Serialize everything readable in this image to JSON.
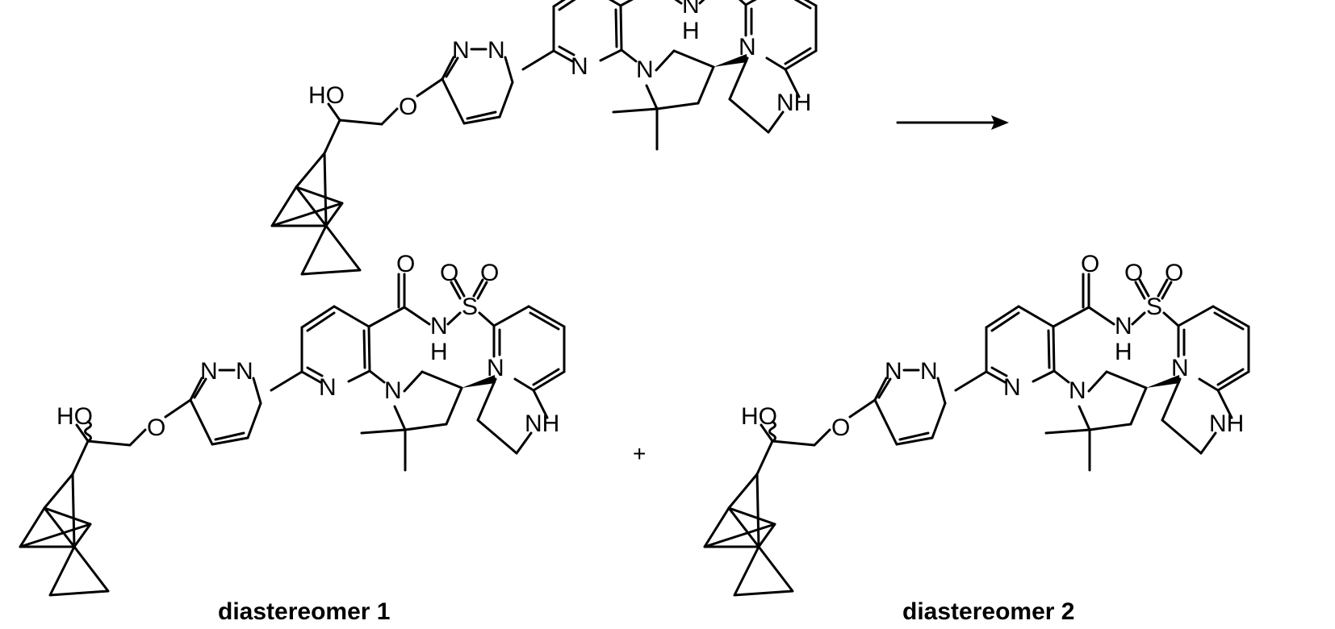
{
  "scheme": {
    "plus_sign": "+",
    "label_1": "diastereomer 1",
    "label_2": "diastereomer 2"
  },
  "atoms": {
    "O": "O",
    "S": "S",
    "N": "N",
    "H": "H",
    "NH": "NH",
    "HO": "HO"
  },
  "colors": {
    "ink": "#000000",
    "background": "#ffffff"
  }
}
